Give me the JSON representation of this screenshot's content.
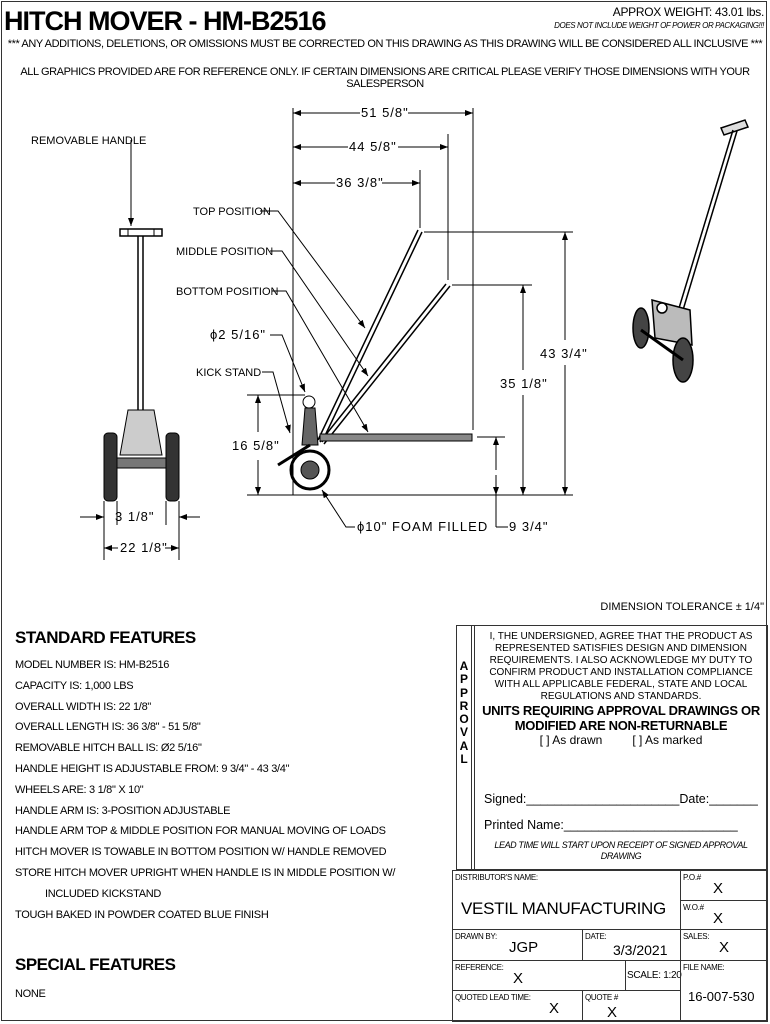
{
  "header": {
    "title": "HITCH MOVER - HM-B2516",
    "approx_weight": "APPROX WEIGHT: 43.01 lbs.",
    "weight_note": "DOES NOT INCLUDE WEIGHT OF POWER OR PACKAGING!!!",
    "notice_1": "*** ANY ADDITIONS, DELETIONS, OR OMISSIONS MUST BE CORRECTED ON THIS DRAWING AS THIS DRAWING WILL BE CONSIDERED ALL INCLUSIVE ***",
    "notice_2": "ALL GRAPHICS PROVIDED ARE FOR REFERENCE ONLY. IF CERTAIN DIMENSIONS ARE CRITICAL PLEASE VERIFY THOSE DIMENSIONS WITH YOUR SALESPERSON"
  },
  "drawing": {
    "labels": {
      "removable_handle": "REMOVABLE HANDLE",
      "top_position": "TOP POSITION",
      "middle_position": "MIDDLE POSITION",
      "bottom_position": "BOTTOM POSITION",
      "ball_diameter": "ϕ2 5/16\"",
      "kick_stand": "KICK STAND",
      "wheel": "ϕ10\" FOAM FILLED"
    },
    "dims": {
      "overall_len_max": "51 5/8\"",
      "len_middle": "44 5/8\"",
      "len_top": "36 3/8\"",
      "height_top": "43 3/4\"",
      "height_middle": "35 1/8\"",
      "height_bottom": "9 3/4\"",
      "ball_height": "16 5/8\"",
      "wheel_width": "3 1/8\"",
      "overall_width": "22 1/8\""
    },
    "tolerance": "DIMENSION TOLERANCE ± 1/4\""
  },
  "standard_features": {
    "heading": "STANDARD FEATURES",
    "items": [
      "MODEL NUMBER IS: HM-B2516",
      "CAPACITY IS: 1,000 LBS",
      "OVERALL WIDTH IS: 22 1/8\"",
      "OVERALL LENGTH IS: 36 3/8\" - 51 5/8\"",
      "REMOVABLE HITCH BALL IS: Ø2 5/16\"",
      "HANDLE HEIGHT IS ADJUSTABLE FROM: 9 3/4\" -  43 3/4\"",
      "WHEELS ARE: 3 1/8\" X 10\"",
      "HANDLE ARM IS: 3-POSITION ADJUSTABLE",
      "HANDLE ARM TOP & MIDDLE POSITION FOR MANUAL MOVING OF LOADS",
      "HITCH MOVER IS TOWABLE IN BOTTOM POSITION W/ HANDLE REMOVED",
      "STORE HITCH MOVER UPRIGHT WHEN HANDLE IS IN MIDDLE POSITION W/",
      "INCLUDED KICKSTAND",
      "TOUGH BAKED IN POWDER COATED BLUE FINISH"
    ]
  },
  "special_features": {
    "heading": "SPECIAL FEATURES",
    "items": [
      "NONE"
    ]
  },
  "approval": {
    "side_label": "APPROVAL",
    "statement": "I, THE UNDERSIGNED, AGREE THAT THE PRODUCT AS REPRESENTED SATISFIES DESIGN AND DIMENSION REQUIREMENTS.  I ALSO ACKNOWLEDGE MY DUTY TO CONFIRM PRODUCT AND INSTALLATION COMPLIANCE WITH ALL APPLICABLE FEDERAL, STATE AND LOCAL REGULATIONS AND STANDARDS.",
    "warning": "UNITS REQUIRING APPROVAL DRAWINGS OR MODIFIED ARE NON-RETURNABLE",
    "option_drawn": "[  ] As drawn",
    "option_marked": "[  ] As marked",
    "signed": "Signed:______________________Date:_______",
    "printed_name": "Printed Name:_________________________",
    "lead_time_note": "LEAD TIME WILL START UPON RECEIPT OF SIGNED APPROVAL DRAWING"
  },
  "title_block": {
    "distributor_label": "DISTRIBUTOR'S NAME:",
    "distributor": "VESTIL MANUFACTURING",
    "po_label": "P.O.#",
    "po": "X",
    "wo_label": "W.O.#",
    "wo": "X",
    "drawn_by_label": "DRAWN BY:",
    "drawn_by": "JGP",
    "date_label": "DATE:",
    "date": "3/3/2021",
    "sales_label": "SALES:",
    "sales": "X",
    "reference_label": "REFERENCE:",
    "reference": "X",
    "scale": "SCALE: 1:20",
    "file_name_label": "FILE NAME:",
    "file_name": "16-007-530",
    "quoted_lead_label": "QUOTED LEAD TIME:",
    "quoted_lead": "X",
    "quote_label": "QUOTE #",
    "quote": "X"
  }
}
